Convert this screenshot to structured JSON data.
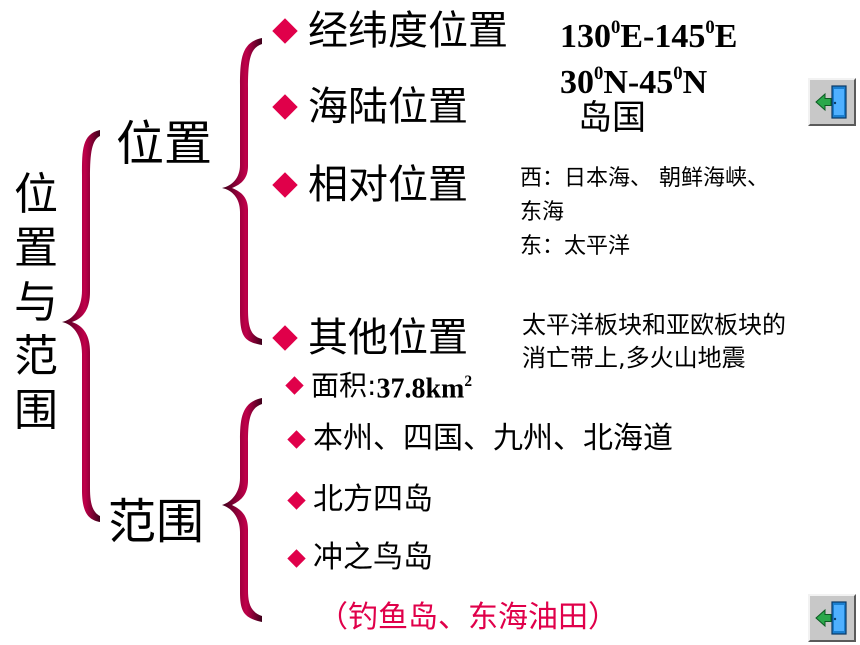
{
  "root": {
    "chars": [
      "位",
      "置",
      "与",
      "范",
      "围"
    ]
  },
  "position": {
    "label": "位置",
    "items": [
      {
        "label": "经纬度位置"
      },
      {
        "label": "海陆位置"
      },
      {
        "label": "相对位置"
      },
      {
        "label": "其他位置"
      }
    ],
    "lonlat": {
      "lon_a": "130",
      "lon_b": "E-145",
      "lon_c": "E",
      "lat_a": "30",
      "lat_b": "N-45",
      "lat_c": "N",
      "sup": "0"
    },
    "island_nation": "岛国",
    "relative_west": "西：日本海、 朝鲜海峡、",
    "relative_west2": "东海",
    "relative_east": "东：太平洋",
    "other_line1": "太平洋板块和亚欧板块的",
    "other_line2": "消亡带上,多火山地震"
  },
  "area": {
    "label_prefix": "面积:",
    "value": "37.8km",
    "sup": "2"
  },
  "scope": {
    "label": "范围",
    "items": [
      {
        "label": "本州、四国、九州、北海道"
      },
      {
        "label": "北方四岛"
      },
      {
        "label": "冲之鸟岛"
      }
    ],
    "note": "（钓鱼岛、东海油田）"
  },
  "colors": {
    "accent": "#e0004a",
    "brace_dark": "#3d001a",
    "brace_light": "#c0004a"
  },
  "icons": {
    "exit": "exit-door-icon"
  }
}
